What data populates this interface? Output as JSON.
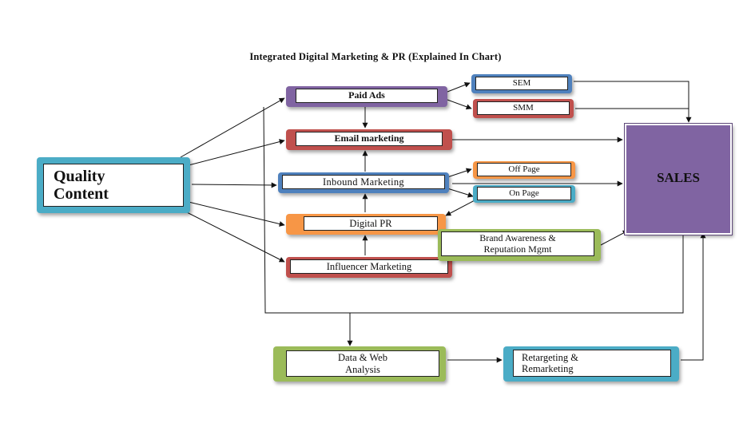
{
  "title": "Integrated Digital Marketing & PR (Explained In Chart)",
  "nodes": {
    "quality_content": {
      "line1": "Quality",
      "line2": "Content",
      "color": "#4bacc6"
    },
    "paid_ads": {
      "label": "Paid Ads",
      "color": "#8064a2"
    },
    "email_marketing": {
      "label": "Email marketing",
      "color": "#c0504d"
    },
    "inbound_marketing": {
      "label": "Inbound Marketing",
      "color": "#4f81bd"
    },
    "digital_pr": {
      "label": "Digital PR",
      "color": "#f79646"
    },
    "influencer_marketing": {
      "label": "Influencer Marketing",
      "color": "#c0504d"
    },
    "sem": {
      "label": "SEM",
      "color": "#4f81bd"
    },
    "smm": {
      "label": "SMM",
      "color": "#c0504d"
    },
    "off_page": {
      "label": "Off Page",
      "color": "#f79646"
    },
    "on_page": {
      "label": "On Page",
      "color": "#4bacc6"
    },
    "brand_awareness": {
      "line1": "Brand Awareness &",
      "line2": "Reputation Mgmt",
      "color": "#9bbb59"
    },
    "sales": {
      "label": "SALES",
      "color": "#8064a2"
    },
    "data_web_analysis": {
      "line1": "Data & Web",
      "line2": "Analysis",
      "color": "#9bbb59"
    },
    "retargeting": {
      "line1": "Retargeting &",
      "line2": "Remarketing",
      "color": "#4bacc6"
    }
  }
}
